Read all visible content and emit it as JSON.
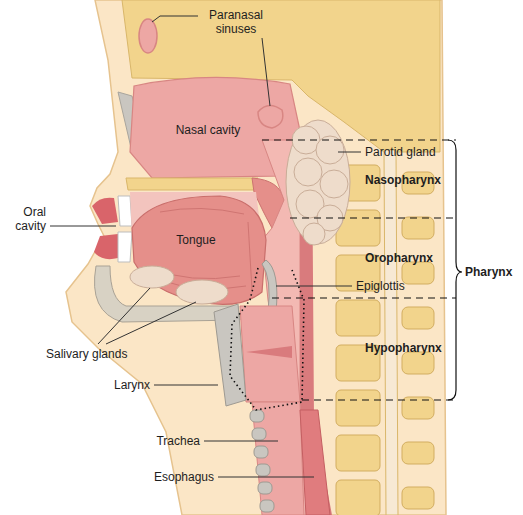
{
  "diagram": {
    "labels": [
      "Paranasal sinuses",
      "Nasal cavity",
      "Parotid gland",
      "Nasopharynx",
      "Oral cavity",
      "Tongue",
      "Oropharynx",
      "Pharynx",
      "Epiglottis",
      "Salivary glands",
      "Hypopharynx",
      "Larynx",
      "Trachea",
      "Esophagus"
    ]
  }
}
